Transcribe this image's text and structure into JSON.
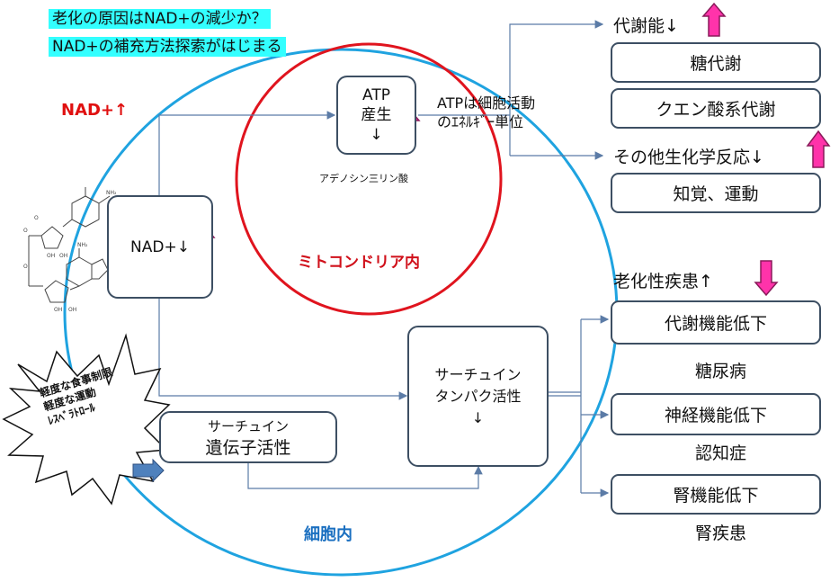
{
  "headline": {
    "line1": "老化の原因はNAD+の減少か？",
    "line2": "NAD+の補充方法探索がはじまる"
  },
  "nad_increase": "NAD+↑",
  "atp_box": {
    "title": "ATP",
    "sub": "産生",
    "arrow": "↓"
  },
  "atp_note": {
    "line1": "ATPは細胞活動",
    "line2": "のｴﾈﾙｷﾞｰ単位"
  },
  "atp_caption": "アデノシン三リン酸",
  "mito_label": "ミトコンドリア内",
  "cell_label": "細胞内",
  "nad_box": "NAD+↓",
  "sirtuin_protein": {
    "line1": "サーチュイン",
    "line2": "タンパク活性",
    "arrow": "↓"
  },
  "sirtuin_gene": {
    "line1": "サーチュイン",
    "line2": "遺伝子活性"
  },
  "starburst": {
    "line1": "軽度な食事制限",
    "line2": "軽度な運動",
    "line3": "ﾚｽﾍﾞﾗﾄﾛｰﾙ"
  },
  "right_top": {
    "metabolism_heading": "代謝能↓",
    "glucose": "糖代謝",
    "citric": "クエン酸系代謝",
    "other_heading": "その他生化学反応↓",
    "perception": "知覚、運動"
  },
  "right_bottom": {
    "aging_heading": "老化性疾患↑",
    "metabolic_decline": "代謝機能低下",
    "diabetes": "糖尿病",
    "neural_decline": "神経機能低下",
    "dementia": "認知症",
    "renal_decline": "腎機能低下",
    "kidney_disease": "腎疾患"
  },
  "colors": {
    "highlight": "#33ffff",
    "cell_circle": "#1fa3e0",
    "mito_circle": "#e0141e",
    "cell_label": "#1a6fc0",
    "mito_label": "#d0101a",
    "nad_up": "#e01010",
    "pink_arrow": "#ff33aa",
    "connector": "#5b7ba6",
    "box_border": "#3d4f63",
    "blue_arrow": "#4f81bd"
  },
  "icons": {
    "pink_arrow": "pink-up-arrow-icon",
    "pink_down": "pink-down-arrow-icon",
    "molecule": "nad-molecule-icon",
    "blue_arrow": "blue-right-arrow-icon"
  }
}
